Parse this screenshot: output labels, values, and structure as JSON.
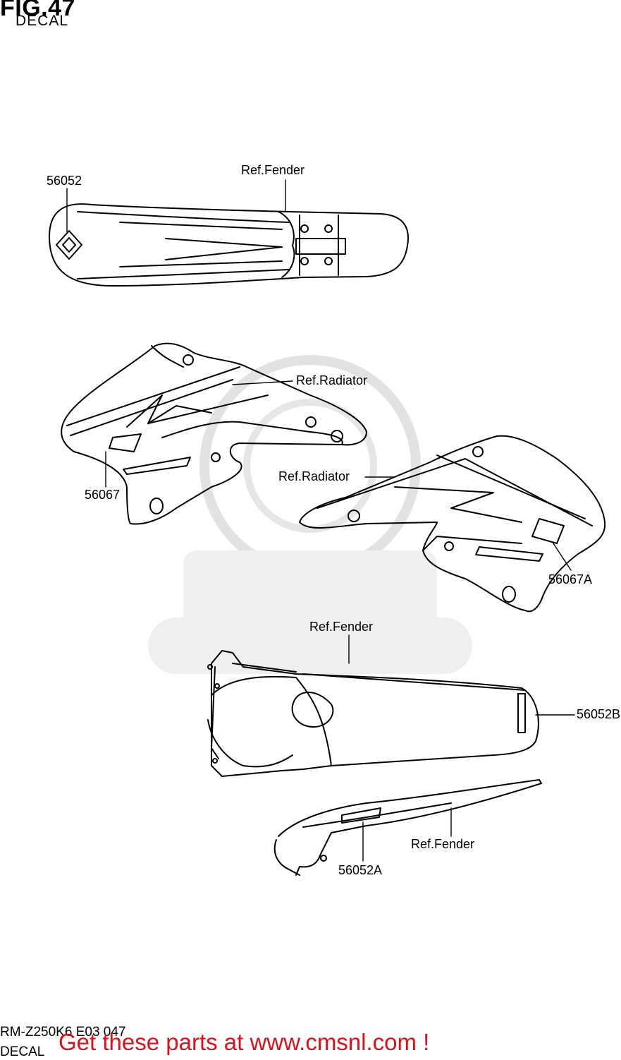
{
  "header": {
    "fig_title": "FIG.47",
    "fig_subtitle": "DECAL"
  },
  "callouts": {
    "p56052": "56052",
    "ref_fender_front": "Ref.Fender",
    "ref_radiator_left": "Ref.Radiator",
    "p56067": "56067",
    "ref_radiator_right": "Ref.Radiator",
    "p56067A": "56067A",
    "ref_fender_rear": "Ref.Fender",
    "p56052B": "56052B",
    "ref_fender_side": "Ref.Fender",
    "p56052A": "56052A"
  },
  "footer": {
    "model_code": "RM-Z250K6 E03 047",
    "section": "DECAL",
    "banner_text": "Get these parts at www.cmsnl.com !"
  },
  "colors": {
    "banner": "#e0101a",
    "lines": "#000000",
    "watermark": "#d8d8d8"
  }
}
